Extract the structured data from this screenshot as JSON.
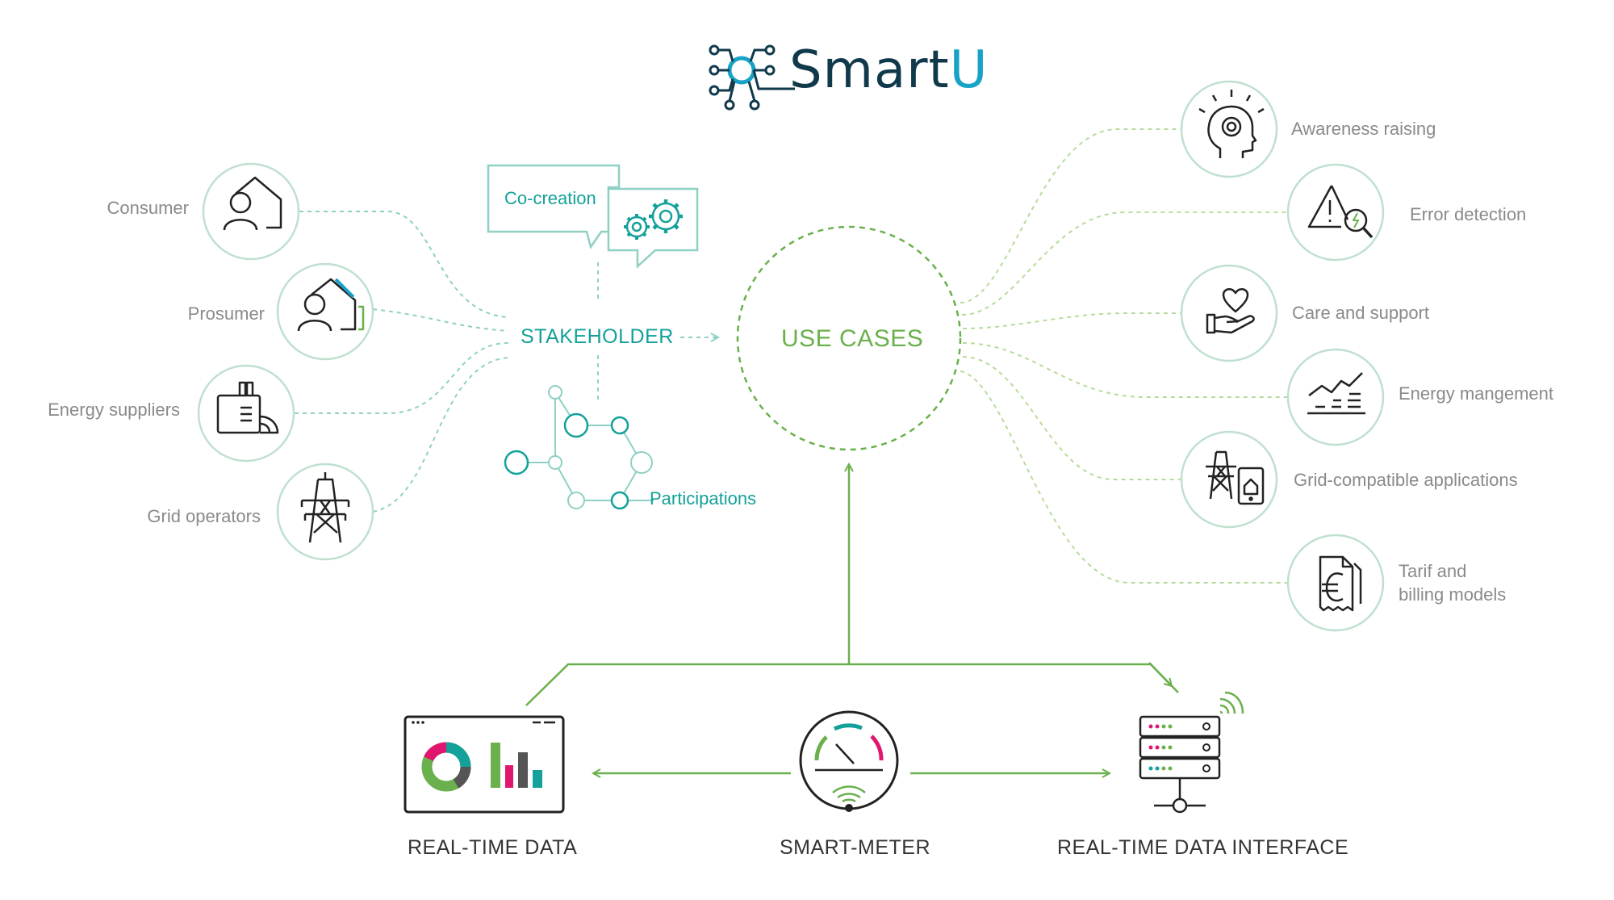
{
  "logo": {
    "text_main": "Smart",
    "text_accent": "U"
  },
  "center": {
    "stakeholder": "STAKEHOLDER",
    "use_cases": "USE CASES"
  },
  "collab": {
    "cocreation": "Co-creation",
    "participations": "Participations"
  },
  "stakeholders": [
    {
      "label": "Consumer",
      "icon": "consumer-house-icon"
    },
    {
      "label": "Prosumer",
      "icon": "prosumer-house-solar-icon"
    },
    {
      "label": "Energy suppliers",
      "icon": "power-plant-icon"
    },
    {
      "label": "Grid operators",
      "icon": "transmission-tower-icon"
    }
  ],
  "use_cases": [
    {
      "label": "Awareness raising",
      "icon": "head-idea-icon"
    },
    {
      "label": "Error detection",
      "icon": "warning-magnifier-icon"
    },
    {
      "label": "Care and support",
      "icon": "heart-hand-icon"
    },
    {
      "label": "Energy mangement",
      "icon": "trend-chart-icon"
    },
    {
      "label": "Grid-compatible applications",
      "icon": "tower-smartphone-icon"
    },
    {
      "label_line1": "Tarif and",
      "label_line2": "billing models",
      "icon": "euro-receipt-icon"
    }
  ],
  "bottom": {
    "realtime_data": "REAL-TIME DATA",
    "smart_meter": "SMART-METER",
    "realtime_interface": "REAL-TIME DATA INTERFACE"
  },
  "colors": {
    "teal": "#14a19a",
    "green": "#6ab04c",
    "circle_border": "#bfe0cf",
    "dark": "#222222",
    "magenta": "#e0166f",
    "logo_dark": "#103a4b",
    "logo_accent": "#18a3c6"
  }
}
